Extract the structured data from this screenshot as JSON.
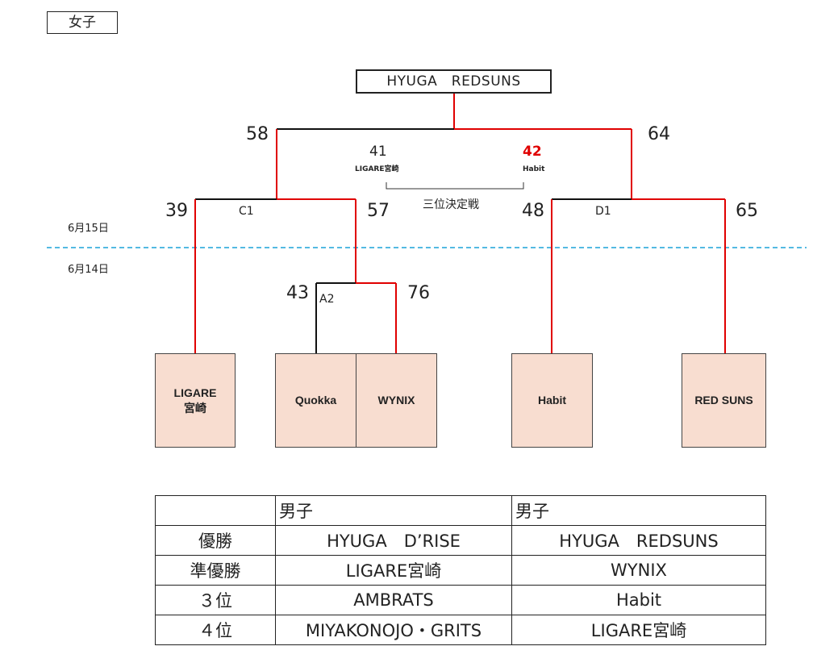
{
  "page_title": "女子",
  "champion": "HYUGA　REDSUNS",
  "dates": {
    "day2": "6月15日",
    "day1": "6月14日"
  },
  "games": {
    "a2": "A2",
    "c1": "C1",
    "d1": "D1",
    "third_place": "三位決定戦"
  },
  "scores": {
    "final_left": "58",
    "final_right": "64",
    "c1_left": "39",
    "c1_right": "57",
    "d1_left": "48",
    "d1_right": "65",
    "a2_left": "43",
    "a2_right": "76"
  },
  "third_place_game": {
    "left_score": "41",
    "left_team": "LIGARE宮崎",
    "right_score": "42",
    "right_team": "Habit"
  },
  "teams": [
    {
      "name": "LIGARE\n宮崎"
    },
    {
      "name": "Quokka"
    },
    {
      "name": "WYNIX"
    },
    {
      "name": "Habit"
    },
    {
      "name": "RED SUNS"
    }
  ],
  "results_table": {
    "headers": [
      "",
      "男子",
      "男子"
    ],
    "rows": [
      [
        "優勝",
        "HYUGA　D’RISE",
        "HYUGA　REDSUNS"
      ],
      [
        "準優勝",
        "LIGARE宮崎",
        "WYNIX"
      ],
      [
        "３位",
        "AMBRATS",
        "Habit"
      ],
      [
        "４位",
        "MIYAKONOJO・GRITS",
        "LIGARE宮崎"
      ]
    ]
  },
  "colors": {
    "win_line": "#e00000",
    "loss_line": "#111111",
    "date_line": "#1aa3d9",
    "team_fill": "#f8ddd0"
  }
}
